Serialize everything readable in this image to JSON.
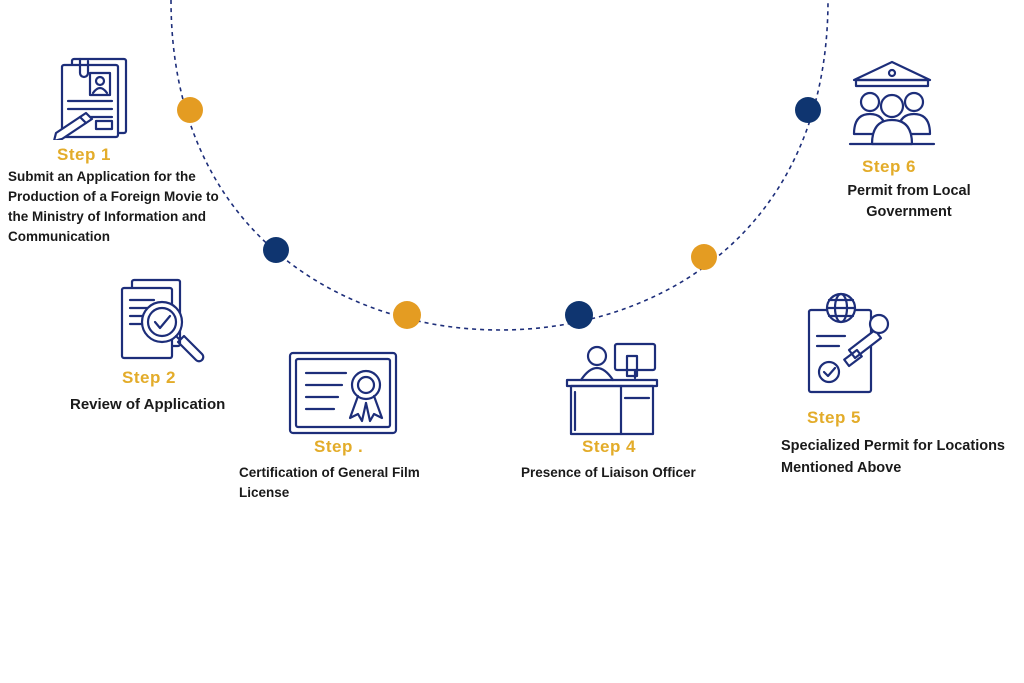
{
  "colors": {
    "navy": "#1d2e7a",
    "dot_navy": "#0f3570",
    "gold": "#e49c22",
    "label_gold": "#e3ac2a",
    "text": "#1a1a1a"
  },
  "steps": [
    {
      "label": "Step 1",
      "description": "Submit an Application for the Production of a Foreign Movie to the Ministry of Information and Communication",
      "icon": "application-form-icon"
    },
    {
      "label": "Step 2",
      "description": "Review of Application",
      "icon": "document-review-magnifier-icon"
    },
    {
      "label": "Step .",
      "description": "Certification of General Film License",
      "icon": "certificate-icon"
    },
    {
      "label": "Step 4",
      "description": "Presence of Liaison Officer",
      "icon": "officer-at-desk-icon"
    },
    {
      "label": "Step 5",
      "description": "Specialized Permit for Locations Mentioned Above",
      "icon": "stamped-permit-icon"
    },
    {
      "label": "Step 6",
      "description": "Permit from Local Government",
      "icon": "government-building-people-icon"
    }
  ],
  "timeline_dots": [
    "gold",
    "navy",
    "gold",
    "navy",
    "gold",
    "navy"
  ]
}
